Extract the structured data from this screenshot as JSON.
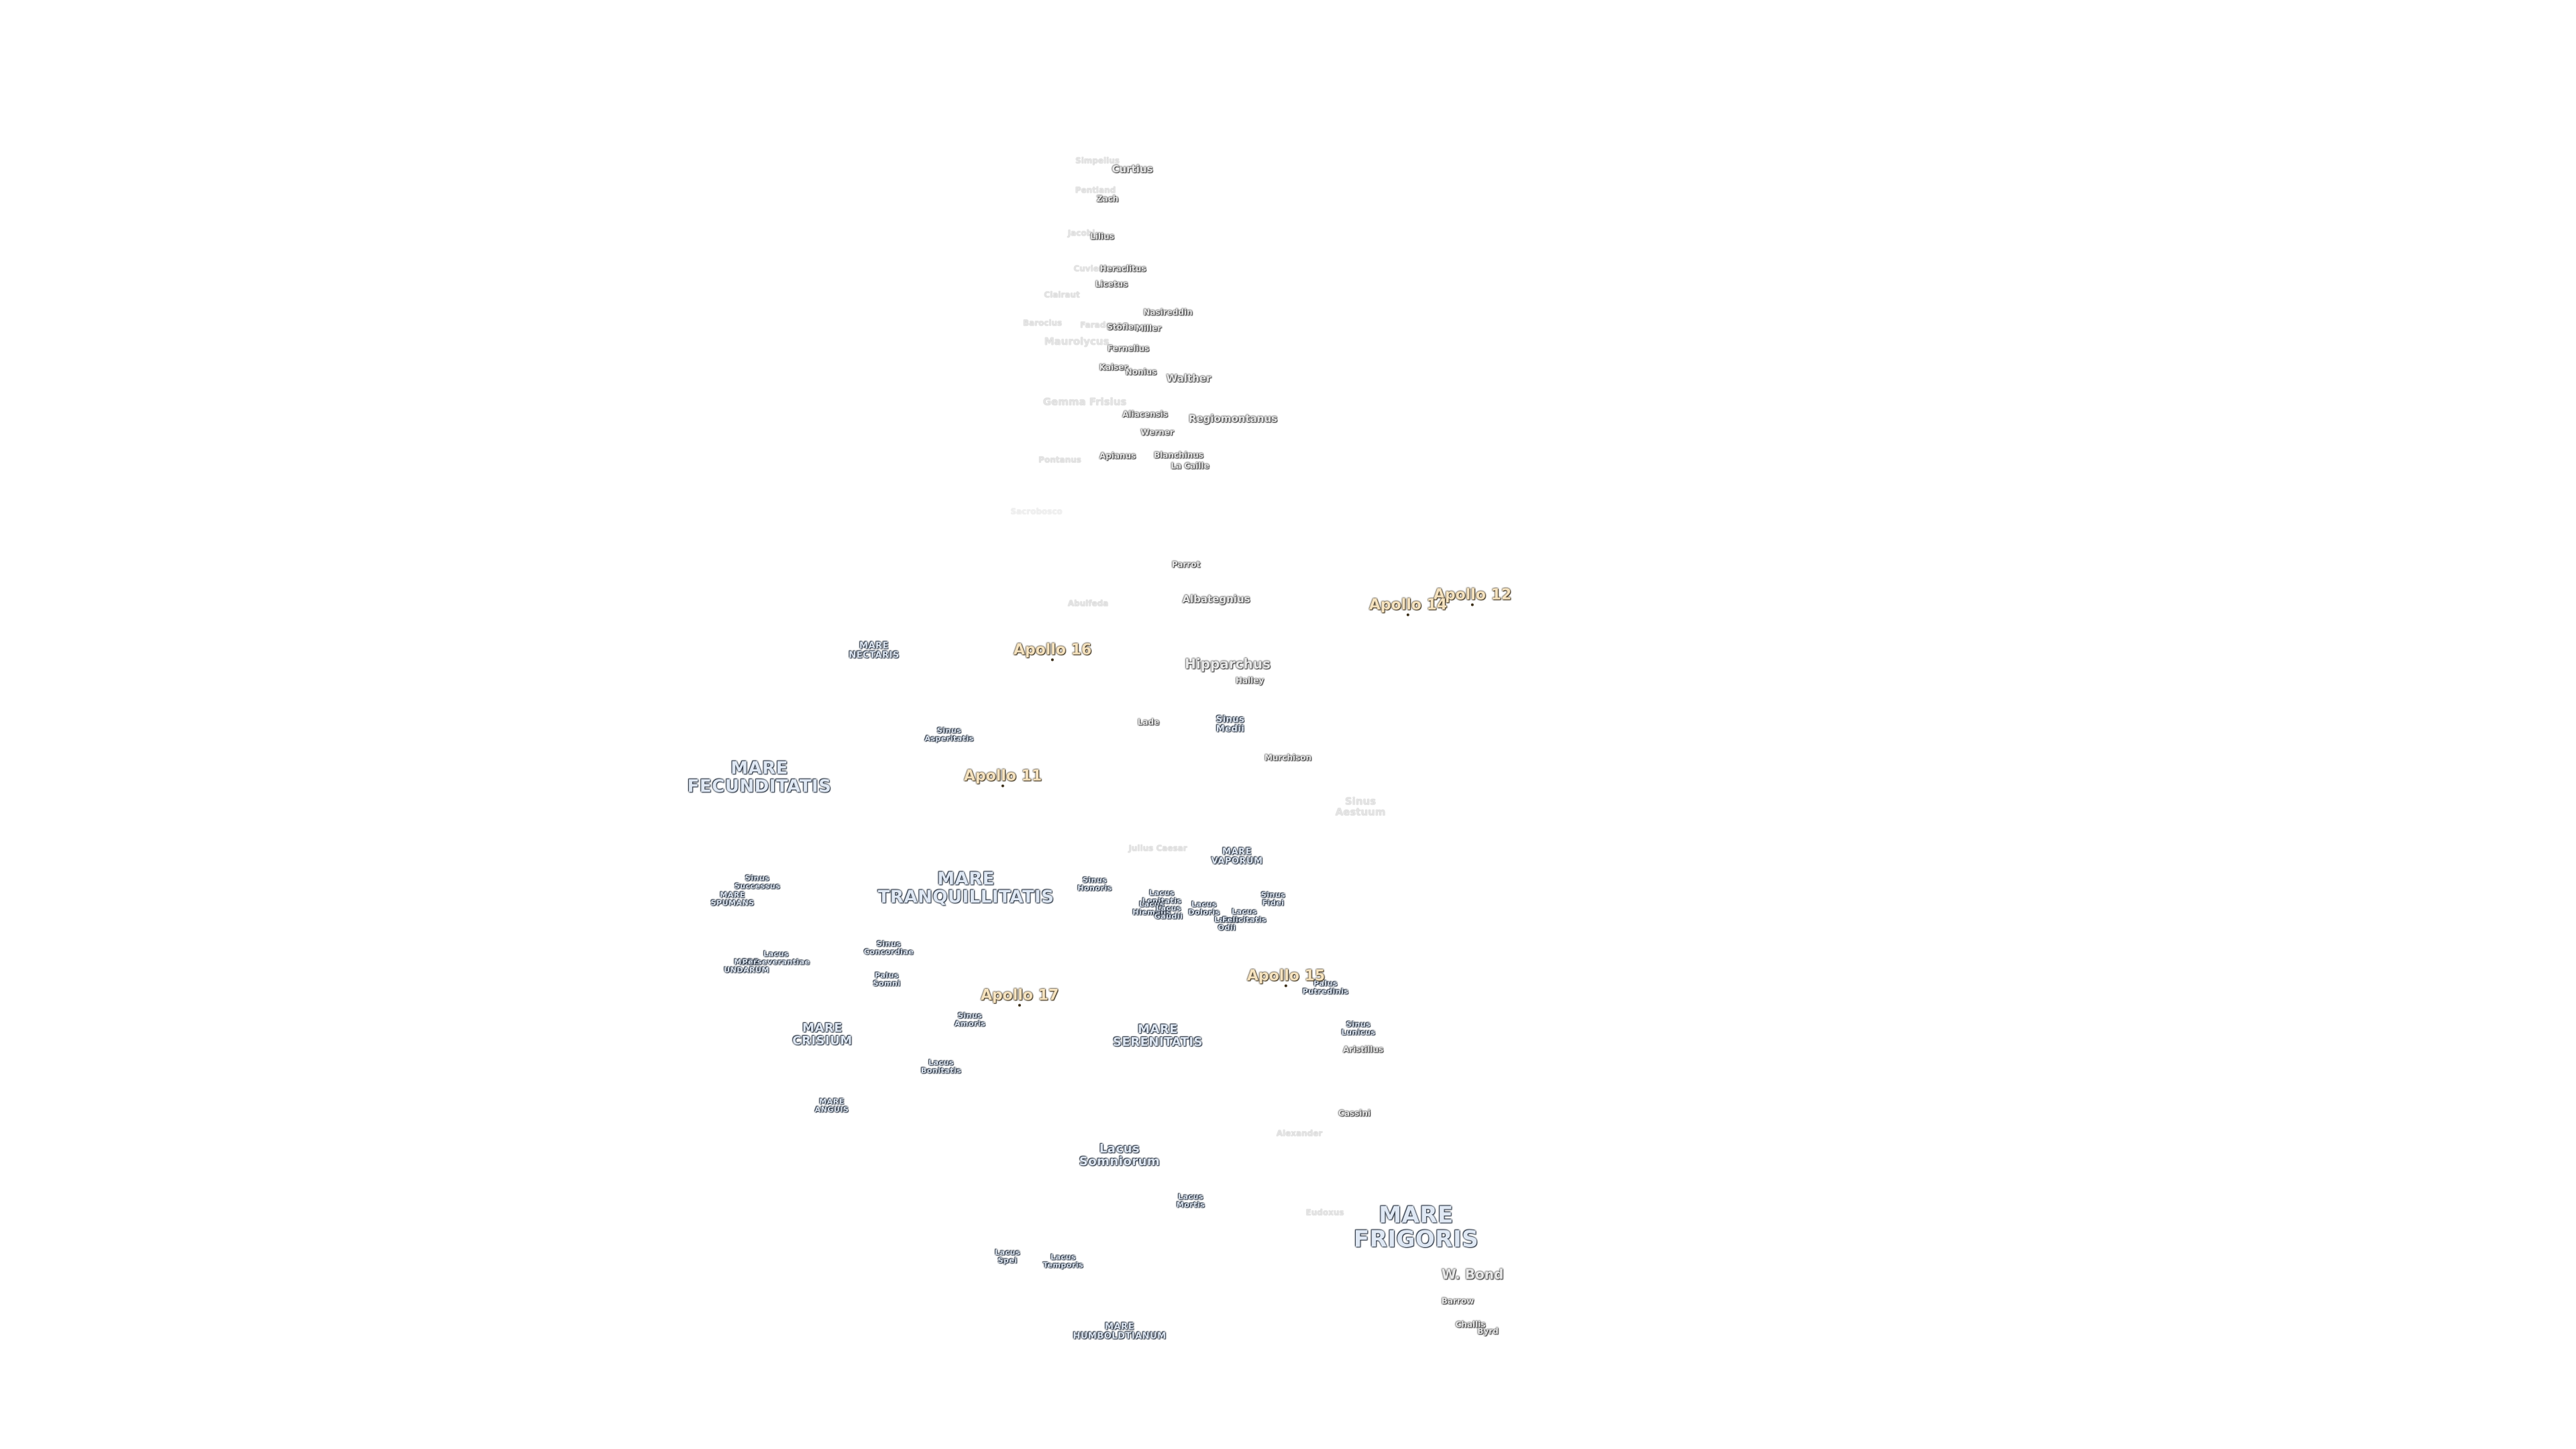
{
  "labels": [
    {
      "name": "Simpelius",
      "style": "faint",
      "size": "s"
    },
    {
      "name": "Curtius",
      "style": "crater",
      "size": "m"
    },
    {
      "name": "Pentland",
      "style": "faint",
      "size": "s"
    },
    {
      "name": "Zach",
      "style": "crater",
      "size": "s"
    },
    {
      "name": "Jacobi",
      "style": "faint",
      "size": "s"
    },
    {
      "name": "Lilius",
      "style": "crater",
      "size": "s"
    },
    {
      "name": "Cuvier",
      "style": "faint",
      "size": "s"
    },
    {
      "name": "Heraclitus",
      "style": "crater",
      "size": "s"
    },
    {
      "name": "Licetus",
      "style": "crater",
      "size": "s"
    },
    {
      "name": "Clairaut",
      "style": "faint",
      "size": "s"
    },
    {
      "name": "Nasireddin",
      "style": "crater",
      "size": "s"
    },
    {
      "name": "Barocius",
      "style": "faint",
      "size": "s"
    },
    {
      "name": "Faraday",
      "style": "faint",
      "size": "s"
    },
    {
      "name": "Stöfler",
      "style": "crater",
      "size": "s"
    },
    {
      "name": "Miller",
      "style": "crater",
      "size": "s"
    },
    {
      "name": "Maurolycus",
      "style": "faint",
      "size": "m"
    },
    {
      "name": "Fernelius",
      "style": "crater",
      "size": "s"
    },
    {
      "name": "Kaiser",
      "style": "crater",
      "size": "s"
    },
    {
      "name": "Nonius",
      "style": "crater",
      "size": "s"
    },
    {
      "name": "Walther",
      "style": "crater",
      "size": "m"
    },
    {
      "name": "Gemma Frisius",
      "style": "faint",
      "size": "m"
    },
    {
      "name": "Aliacensis",
      "style": "crater",
      "size": "s"
    },
    {
      "name": "Regiomontanus",
      "style": "crater",
      "size": "m"
    },
    {
      "name": "Werner",
      "style": "crater",
      "size": "s"
    },
    {
      "name": "Pontanus",
      "style": "faint",
      "size": "s"
    },
    {
      "name": "Apianus",
      "style": "crater",
      "size": "s"
    },
    {
      "name": "Blanchinus",
      "style": "crater",
      "size": "s"
    },
    {
      "name": "La Caille",
      "style": "crater",
      "size": "s"
    },
    {
      "name": "Sacrobosco",
      "style": "faint2",
      "size": "s"
    },
    {
      "name": "Parrot",
      "style": "crater",
      "size": "s"
    },
    {
      "name": "Abulfeda",
      "style": "faint",
      "size": "s"
    },
    {
      "name": "Albategnius",
      "style": "crater",
      "size": "m"
    },
    {
      "name": "Hipparchus",
      "style": "crater",
      "size": "l"
    },
    {
      "name": "Halley",
      "style": "crater",
      "size": "s"
    },
    {
      "name": "Lade",
      "style": "crater",
      "size": "s"
    },
    {
      "name": "Murchison",
      "style": "crater",
      "size": "s"
    },
    {
      "name": "Julius Caesar",
      "style": "faint",
      "size": "s"
    },
    {
      "name": "Alexander",
      "style": "faint",
      "size": "s"
    },
    {
      "name": "Cassini",
      "style": "crater",
      "size": "s"
    },
    {
      "name": "Aristillus",
      "style": "crater",
      "size": "s"
    },
    {
      "name": "Eudoxus",
      "style": "faint",
      "size": "s"
    },
    {
      "name": "W. Bond",
      "style": "crater",
      "size": "l"
    },
    {
      "name": "Barrow",
      "style": "crater",
      "size": "s"
    },
    {
      "name": "Challis",
      "style": "crater",
      "size": "s"
    },
    {
      "name": "Byrd",
      "style": "crater",
      "size": "s"
    },
    {
      "name": "MARE\nNECTARIS",
      "style": "mare",
      "size": "s"
    },
    {
      "name": "MARE\nFECUNDITATIS",
      "style": "mare",
      "size": "l"
    },
    {
      "name": "Sinus\nAsperitatis",
      "style": "mare",
      "size": "xs"
    },
    {
      "name": "Sinus\nMedii",
      "style": "mare",
      "size": "s"
    },
    {
      "name": "Sinus\nAestuum",
      "style": "faint",
      "size": "m"
    },
    {
      "name": "MARE\nVAPORUM",
      "style": "mare",
      "size": "s"
    },
    {
      "name": "MARE\nTRANQUILLITATIS",
      "style": "mare",
      "size": "l"
    },
    {
      "name": "Sinus\nHonoris",
      "style": "mare",
      "size": "xs"
    },
    {
      "name": "Sinus\nSuccessus",
      "style": "mare",
      "size": "xs"
    },
    {
      "name": "MARE\nSPUMANS",
      "style": "mare",
      "size": "xs"
    },
    {
      "name": "Sinus\nConcordiae",
      "style": "mare",
      "size": "xs"
    },
    {
      "name": "MARE\nUNDARUM",
      "style": "mare",
      "size": "xs"
    },
    {
      "name": "Lacus\nPerseverantiae",
      "style": "mare",
      "size": "xs"
    },
    {
      "name": "Palus\nSomni",
      "style": "mare",
      "size": "xs"
    },
    {
      "name": "Sinus\nAmoris",
      "style": "mare",
      "size": "xs"
    },
    {
      "name": "MARE\nCRISIUM",
      "style": "mare",
      "size": "m"
    },
    {
      "name": "MARE\nSERENITATIS",
      "style": "mare",
      "size": "m"
    },
    {
      "name": "Lacus\nLenitatis",
      "style": "mare",
      "size": "xs"
    },
    {
      "name": "Lacus\nHiemalis",
      "style": "mare",
      "size": "xs"
    },
    {
      "name": "Lacus\nGaudii",
      "style": "mare",
      "size": "xs"
    },
    {
      "name": "Lacus\nDoloris",
      "style": "mare",
      "size": "xs"
    },
    {
      "name": "Lacus\nOdii",
      "style": "mare",
      "size": "xs"
    },
    {
      "name": "Lacus\nFelicitatis",
      "style": "mare",
      "size": "xs"
    },
    {
      "name": "Sinus\nFidei",
      "style": "mare",
      "size": "xs"
    },
    {
      "name": "Palus\nPutredinis",
      "style": "mare",
      "size": "xs"
    },
    {
      "name": "Sinus\nLunicus",
      "style": "mare",
      "size": "xs"
    },
    {
      "name": "Lacus\nBonitatis",
      "style": "mare",
      "size": "xs"
    },
    {
      "name": "MARE\nANGUIS",
      "style": "mare",
      "size": "xs"
    },
    {
      "name": "Lacus\nSomniorum",
      "style": "mare",
      "size": "m"
    },
    {
      "name": "Lacus\nMortis",
      "style": "mare",
      "size": "xs"
    },
    {
      "name": "MARE\nFRIGORIS",
      "style": "mare",
      "size": "xl"
    },
    {
      "name": "Lacus\nSpei",
      "style": "mare",
      "size": "xs"
    },
    {
      "name": "Lacus\nTemporis",
      "style": "mare",
      "size": "xs"
    },
    {
      "name": "MARE\nHUMBOLDTIANUM",
      "style": "mare",
      "size": "s"
    },
    {
      "name": "Apollo 12",
      "style": "apollo",
      "size": ""
    },
    {
      "name": "Apollo 14",
      "style": "apollo",
      "size": ""
    },
    {
      "name": "Apollo 16",
      "style": "apollo",
      "size": ""
    },
    {
      "name": "Apollo 11",
      "style": "apollo",
      "size": ""
    },
    {
      "name": "Apollo 15",
      "style": "apollo",
      "size": ""
    },
    {
      "name": "Apollo 17",
      "style": "apollo",
      "size": ""
    }
  ]
}
